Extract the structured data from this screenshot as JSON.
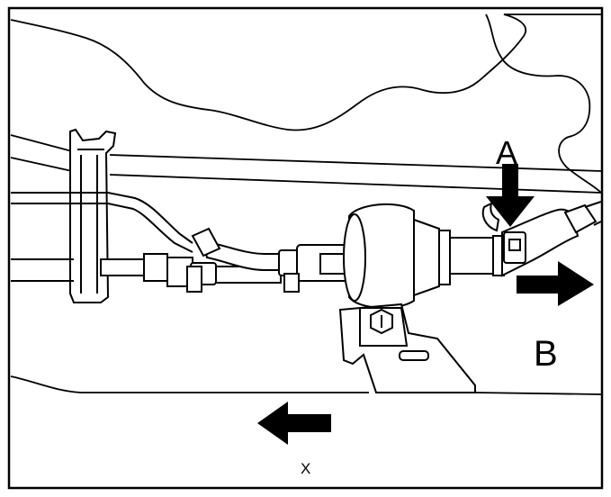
{
  "labels": {
    "a": "A",
    "b": "B",
    "x": "X"
  },
  "colors": {
    "line": "#000000",
    "background": "#ffffff"
  }
}
